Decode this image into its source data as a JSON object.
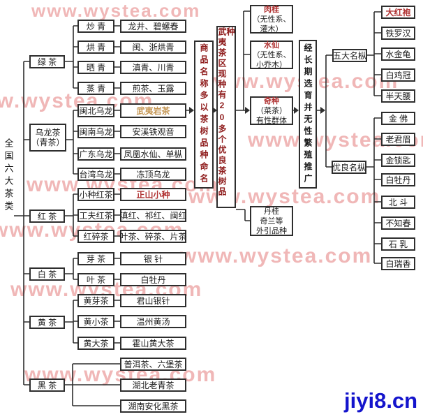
{
  "watermarks": {
    "text": "www.wystea.com",
    "badge": "jiyi8.cn"
  },
  "colors": {
    "line": "#2e2e2e",
    "accent_red": "#b03232",
    "maroon": "#8f1d1d",
    "gold": "#c49552",
    "watermark_pink": "#eda6a6",
    "badge_blue": "#1414cc"
  },
  "diagram": {
    "root_label": "全国六大茶类",
    "green": {
      "label": "绿 茶",
      "subs": [
        {
          "name": "炒 青",
          "ex": "龙井、碧螺春"
        },
        {
          "name": "烘 青",
          "ex": "闽、浙烘青"
        },
        {
          "name": "晒 青",
          "ex": "滇青、川青"
        },
        {
          "name": "蒸 青",
          "ex": "煎茶、玉露"
        }
      ]
    },
    "oolong": {
      "label1": "乌龙茶",
      "label2": "（青茶）",
      "subs": [
        {
          "name": "闽北乌龙",
          "ex": "武夷岩茶"
        },
        {
          "name": "闽南乌龙",
          "ex": "安溪铁观音"
        },
        {
          "name": "广东乌龙",
          "ex": "凤凰水仙、单枞"
        },
        {
          "name": "台湾乌龙",
          "ex": "冻顶乌龙"
        }
      ]
    },
    "red": {
      "label": "红 茶",
      "subs": [
        {
          "name": "小种红茶",
          "ex": "正山小种"
        },
        {
          "name": "工夫红茶",
          "ex": "滇红、祁红、闽红"
        },
        {
          "name": "红碎茶",
          "ex": "叶茶、碎茶、片茶"
        }
      ]
    },
    "white": {
      "label": "白 茶",
      "subs": [
        {
          "name": "芽 茶",
          "ex": "银 针"
        },
        {
          "name": "叶 茶",
          "ex": "白牡丹"
        }
      ]
    },
    "yellow": {
      "label": "黄 茶",
      "subs": [
        {
          "name": "黄芽茶",
          "ex": "君山银针"
        },
        {
          "name": "黄小茶",
          "ex": "温州黄汤"
        },
        {
          "name": "黄大茶",
          "ex": "霍山黄大茶"
        }
      ]
    },
    "dark": {
      "label": "黑 茶",
      "exs": [
        "普洱茶、六堡茶",
        "湖北老青茶",
        "湖南安化黑茶"
      ]
    },
    "flow": {
      "naming": "商品名称多以茶树品种命名",
      "region": "武夷茶区现种有20多个优良茶树品种",
      "breeding": "经长期选育并无性繁殖推广"
    },
    "varieties": {
      "rougui": {
        "title": "肉桂",
        "line2": "（无性系、",
        "line3": "灌木）"
      },
      "shuixian": {
        "title": "水仙",
        "line2": "（无性系、",
        "line3": "小乔木）"
      },
      "qizhong": {
        "title": "奇种",
        "line2": "（菜茶）",
        "line3": "有性群体"
      },
      "dangui": {
        "line1": "丹桂",
        "line2": "奇兰等",
        "line3": "外引品种"
      }
    },
    "famous": {
      "five_label": "五大名枞",
      "five": [
        "大红袍",
        "铁罗汉",
        "水金龟",
        "白鸡冠",
        "半天腰"
      ],
      "fine_label": "优良名枞",
      "fine": [
        "金 佛",
        "老君眉",
        "金锁匙",
        "白牡丹",
        "北 斗",
        "不知春",
        "石 乳",
        "白瑞香"
      ]
    }
  }
}
